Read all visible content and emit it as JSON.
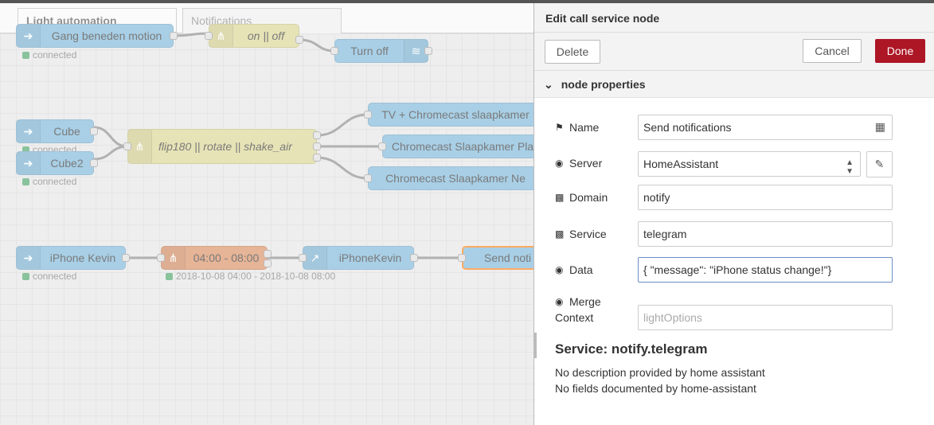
{
  "tabs": [
    {
      "label": "Light automation"
    },
    {
      "label": "Notifications"
    }
  ],
  "flow": {
    "nodes": {
      "gang": "Gang beneden motion",
      "onoff": "on || off",
      "turnoff": "Turn off",
      "cube": "Cube",
      "cube2": "Cube2",
      "switch": "flip180 || rotate || shake_air",
      "tv": "TV + Chromecast slaapkamer",
      "cc1": "Chromecast Slaapkamer Pla",
      "cc2": "Chromecast Slaapkamer Ne",
      "iphone_in": "iPhone Kevin",
      "time": "04:00 - 08:00",
      "iphone_out": "iPhoneKevin",
      "send": "Send noti"
    },
    "status": {
      "connected": "connected",
      "time_range": "2018-10-08 04:00 - 2018-10-08 08:00"
    }
  },
  "editor": {
    "title": "Edit call service node",
    "delete_label": "Delete",
    "cancel_label": "Cancel",
    "done_label": "Done",
    "section_label": "node properties",
    "fields": {
      "name_label": "Name",
      "name_value": "Send notifications",
      "server_label": "Server",
      "server_value": "HomeAssistant",
      "domain_label": "Domain",
      "domain_value": "notify",
      "service_label": "Service",
      "service_value": "telegram",
      "data_label": "Data",
      "data_value": "{ \"message\": \"iPhone status change!\"}",
      "merge_label_1": "Merge",
      "merge_label_2": "Context",
      "merge_placeholder": "lightOptions"
    },
    "service_title": "Service: notify.telegram",
    "desc_line1": "No description provided by home assistant",
    "desc_line2": "No fields documented by home-assistant"
  },
  "colors": {
    "done_button": "#ad1625",
    "blue_node": "#7ab6d9",
    "yellow_node": "#d9d48f",
    "orange_node": "#d98c5f",
    "connected_dot": "#4aa368"
  }
}
